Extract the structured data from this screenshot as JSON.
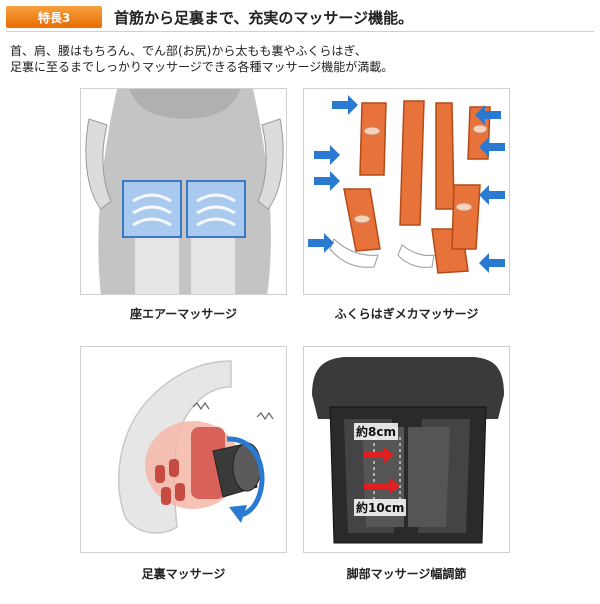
{
  "header": {
    "badge": "特長3",
    "title": "首筋から足裏まで、充実のマッサージ機能。"
  },
  "description": {
    "line1": "首、肩、腰はもちろん、でん部(お尻)から太もも裏やふくらはぎ、",
    "line2": "足裏に至るまでしっかりマッサージできる各種マッサージ機能が満載。"
  },
  "panels": [
    {
      "caption": "座エアーマッサージ"
    },
    {
      "caption": "ふくらはぎメカマッサージ"
    },
    {
      "caption": "足裏マッサージ"
    },
    {
      "caption": "脚部マッサージ幅調節",
      "label_top": "約8cm",
      "label_bottom": "約10cm"
    }
  ],
  "colors": {
    "badge": "#f08a20",
    "arrow_blue": "#2a7ad2",
    "roller_orange": "#e8733a"
  }
}
